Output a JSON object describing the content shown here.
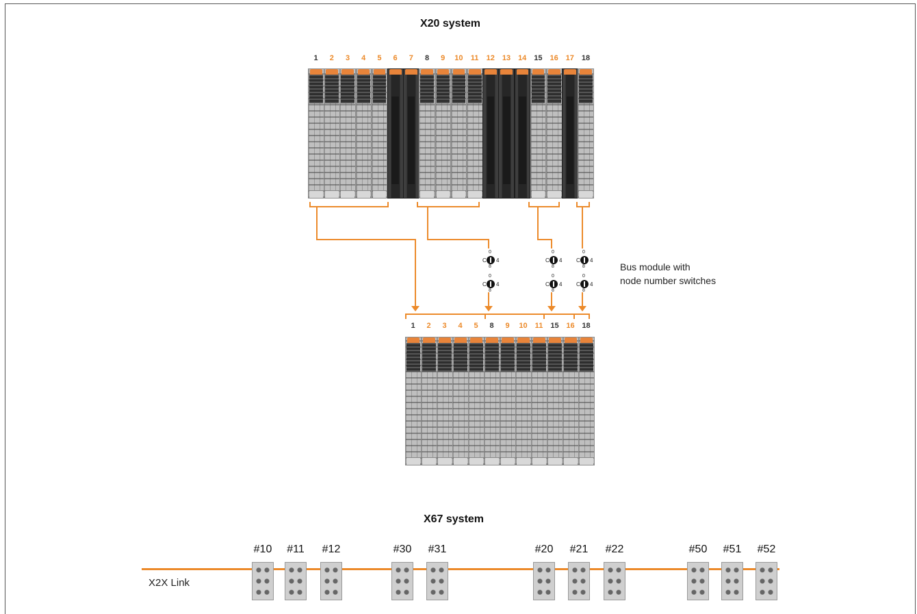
{
  "x20": {
    "title": "X20 system",
    "top_numbers": [
      {
        "label": "1",
        "color": "dark"
      },
      {
        "label": "2",
        "color": "orange"
      },
      {
        "label": "3",
        "color": "orange"
      },
      {
        "label": "4",
        "color": "orange"
      },
      {
        "label": "5",
        "color": "orange"
      },
      {
        "label": "6",
        "color": "orange"
      },
      {
        "label": "7",
        "color": "orange"
      },
      {
        "label": "8",
        "color": "dark"
      },
      {
        "label": "9",
        "color": "orange"
      },
      {
        "label": "10",
        "color": "orange"
      },
      {
        "label": "11",
        "color": "orange"
      },
      {
        "label": "12",
        "color": "orange"
      },
      {
        "label": "13",
        "color": "orange"
      },
      {
        "label": "14",
        "color": "orange"
      },
      {
        "label": "15",
        "color": "dark"
      },
      {
        "label": "16",
        "color": "orange"
      },
      {
        "label": "17",
        "color": "orange"
      },
      {
        "label": "18",
        "color": "dark"
      }
    ],
    "top_module_kinds": [
      "io",
      "io",
      "io",
      "io",
      "io",
      "bus",
      "bus",
      "io",
      "io",
      "io",
      "io",
      "bus",
      "bus",
      "bus",
      "io",
      "io",
      "bus",
      "io"
    ],
    "bottom_numbers": [
      {
        "label": "1",
        "color": "dark"
      },
      {
        "label": "2",
        "color": "orange"
      },
      {
        "label": "3",
        "color": "orange"
      },
      {
        "label": "4",
        "color": "orange"
      },
      {
        "label": "5",
        "color": "orange"
      },
      {
        "label": "8",
        "color": "dark"
      },
      {
        "label": "9",
        "color": "orange"
      },
      {
        "label": "10",
        "color": "orange"
      },
      {
        "label": "11",
        "color": "orange"
      },
      {
        "label": "15",
        "color": "dark"
      },
      {
        "label": "16",
        "color": "orange"
      },
      {
        "label": "18",
        "color": "dark"
      }
    ],
    "switch": {
      "c": "C",
      "zero": "0",
      "four": "4",
      "eight": "8"
    },
    "note_line1": "Bus module with",
    "note_line2": "node number switches"
  },
  "x67": {
    "title": "X67 system",
    "link_label": "X2X Link",
    "modules": [
      "#10",
      "#11",
      "#12",
      "#30",
      "#31",
      "#20",
      "#21",
      "#22",
      "#50",
      "#51",
      "#52"
    ]
  },
  "colors": {
    "accent": "#ec8a2a",
    "text": "#111111"
  }
}
